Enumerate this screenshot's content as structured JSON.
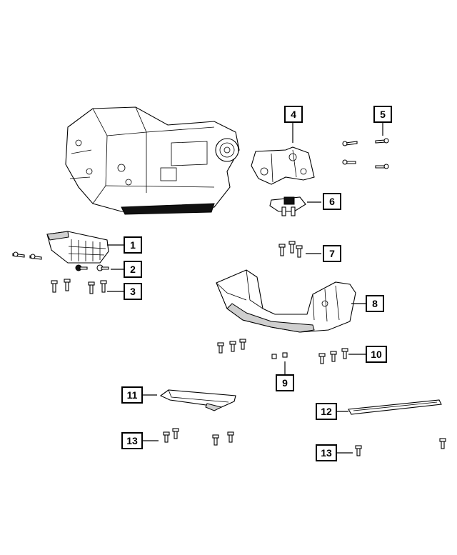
{
  "callouts": [
    {
      "id": "c1",
      "label": "1"
    },
    {
      "id": "c2",
      "label": "2"
    },
    {
      "id": "c3",
      "label": "3"
    },
    {
      "id": "c4",
      "label": "4"
    },
    {
      "id": "c5",
      "label": "5"
    },
    {
      "id": "c6",
      "label": "6"
    },
    {
      "id": "c7",
      "label": "7"
    },
    {
      "id": "c8",
      "label": "8"
    },
    {
      "id": "c9",
      "label": "9"
    },
    {
      "id": "c10",
      "label": "10"
    },
    {
      "id": "c11",
      "label": "11"
    },
    {
      "id": "c12",
      "label": "12"
    },
    {
      "id": "c13a",
      "label": "13"
    },
    {
      "id": "c13b",
      "label": "13"
    }
  ]
}
